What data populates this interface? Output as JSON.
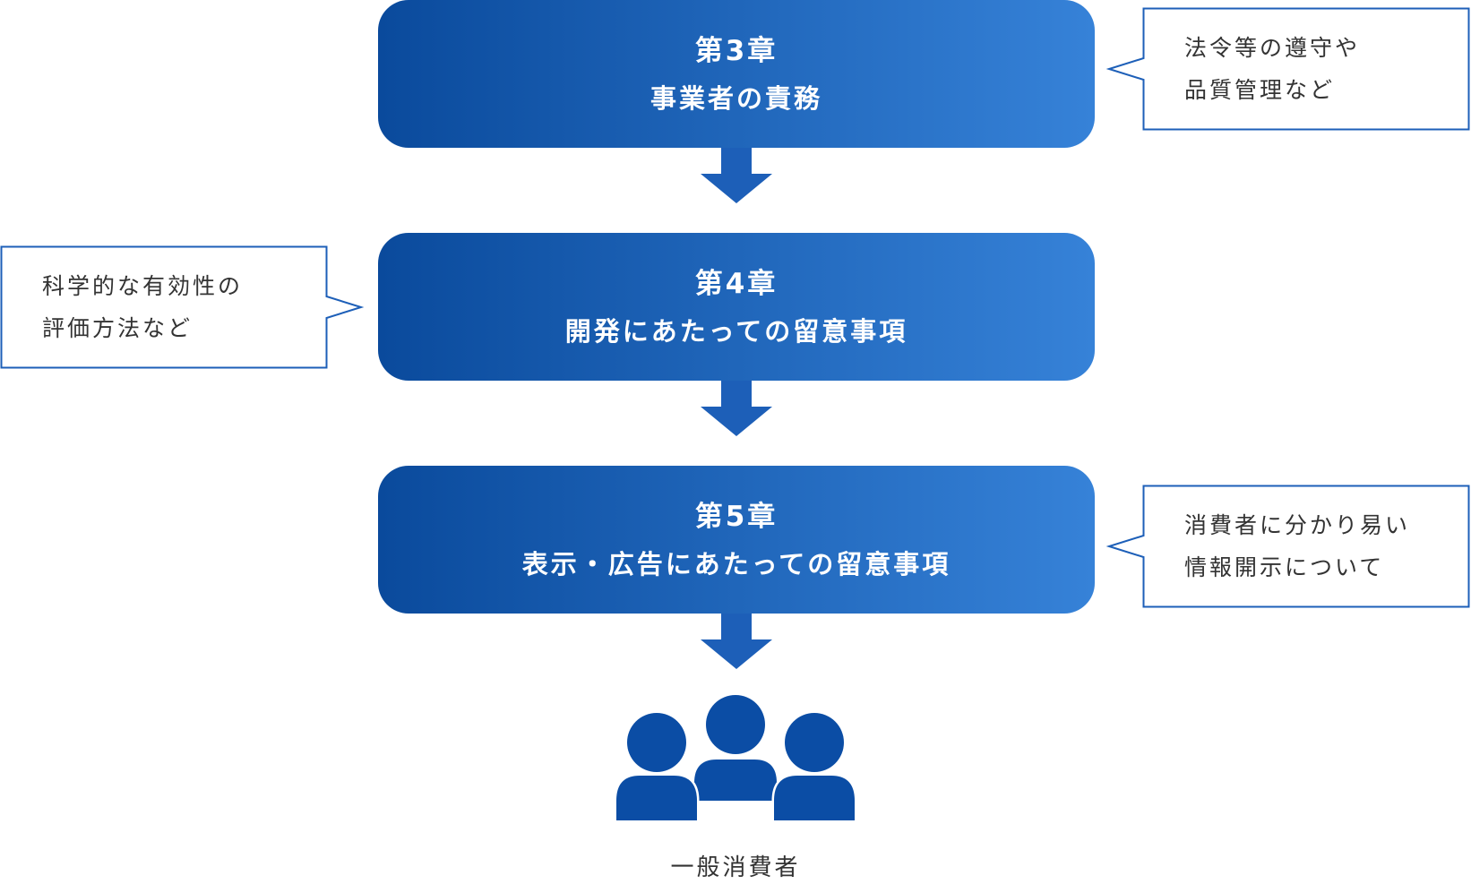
{
  "diagram": {
    "colors": {
      "box_gradient_start": "#0a4a9c",
      "box_gradient_end": "#3682d8",
      "arrow": "#1d5fb8",
      "callout_border": "#1d5fb8",
      "people": "#0b4da5",
      "text": "#333333"
    },
    "steps": [
      {
        "chapter": "第3章",
        "title": "事業者の責務"
      },
      {
        "chapter": "第4章",
        "title": "開発にあたっての留意事項"
      },
      {
        "chapter": "第5章",
        "title": "表示・広告にあたっての留意事項"
      }
    ],
    "callouts": [
      {
        "lines": [
          "法令等の遵守や",
          "品質管理など"
        ]
      },
      {
        "lines": [
          "科学的な有効性の",
          "評価方法など"
        ]
      },
      {
        "lines": [
          "消費者に分かり易い",
          "情報開示について"
        ]
      }
    ],
    "consumer": {
      "label": "一般消費者",
      "icon": "people-group-icon"
    }
  }
}
